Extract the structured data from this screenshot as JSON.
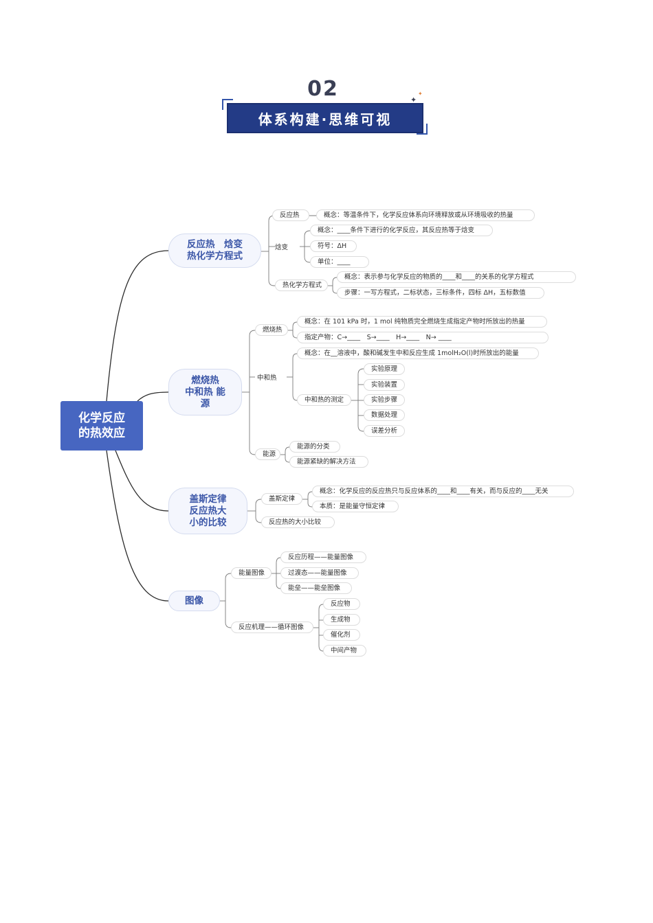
{
  "header": {
    "number": "02",
    "title": "体系构建·思维可视"
  },
  "root": {
    "label": "化学反应\n的热效应"
  },
  "branches": [
    {
      "label": "反应热　焓变\n热化学方程式"
    },
    {
      "label": "燃烧热\n中和热 能\n源"
    },
    {
      "label": "盖斯定律\n反应热大\n小的比较"
    },
    {
      "label": "图像"
    }
  ],
  "b1": {
    "n1": "反应热",
    "n1c1": "概念：等温条件下，化学反应体系向环境释放或从环境吸收的热量",
    "n2": "焓变",
    "n2c1": "概念：____条件下进行的化学反应，其反应热等于焓变",
    "n2c2": "符号：ΔH",
    "n2c3": "单位：____",
    "n3": "热化学方程式",
    "n3c1": "概念：表示参与化学反应的物质的____和____的关系的化学方程式",
    "n3c2": "步骤：一写方程式，二标状态，三标条件，四标 ΔH，五标数值"
  },
  "b2": {
    "n1": "燃烧热",
    "n1c1": "概念：在 101 kPa 时，1 mol 纯物质完全燃烧生成指定产物时所放出的热量",
    "n1c2": "指定产物：C→____　S→____　H→____　N→ ____",
    "n2": "中和热",
    "n2c1": "概念：在__溶液中，酸和碱发生中和反应生成 1molH₂O(l)时所放出的能量",
    "n2c2": "中和热的测定",
    "n2c2k": [
      "实验原理",
      "实验装置",
      "实验步骤",
      "数据处理",
      "误差分析"
    ],
    "n3": "能源",
    "n3c1": "能源的分类",
    "n3c2": "能源紧缺的解决方法"
  },
  "b3": {
    "n1": "盖斯定律",
    "n1c1": "概念：化学反应的反应热只与反应体系的____和____有关，而与反应的____无关",
    "n1c2": "本质：是能量守恒定律",
    "n2": "反应热的大小比较"
  },
  "b4": {
    "n1": "能量图像",
    "n1k": [
      "反应历程——能量图像",
      "过渡态——能量图像",
      "能垒——能垒图像"
    ],
    "n2": "反应机理——循环图像",
    "n2k": [
      "反应物",
      "生成物",
      "催化剂",
      "中间产物"
    ]
  }
}
